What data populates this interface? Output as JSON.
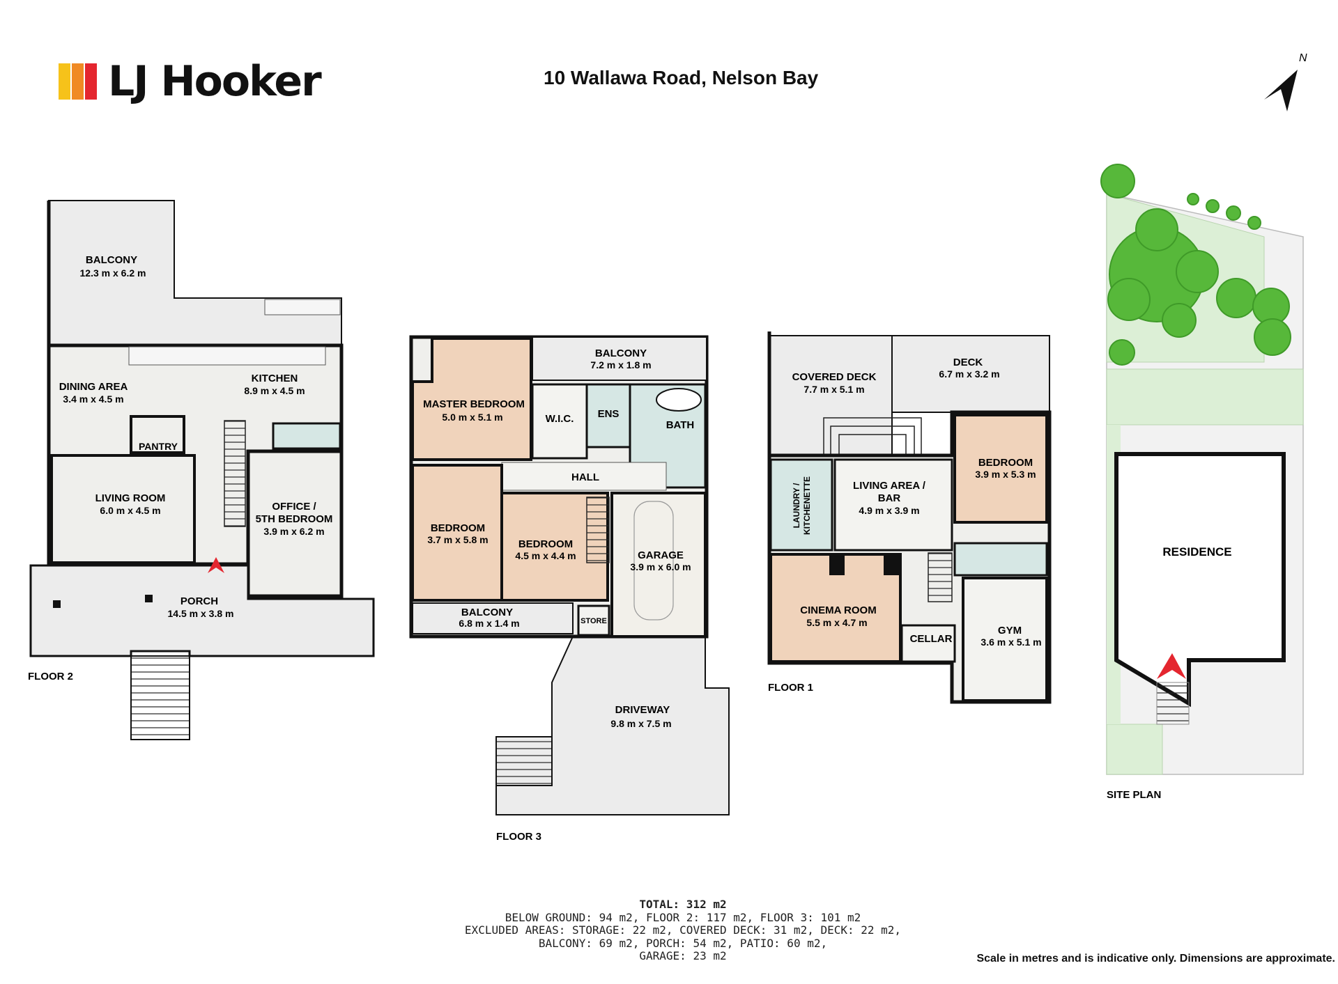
{
  "brand": {
    "name": "LJ Hooker",
    "colors": [
      "#f6c21a",
      "#f08a24",
      "#e4262f"
    ]
  },
  "address": "10 Wallawa Road, Nelson Bay",
  "compass": {
    "label": "N",
    "icon": "north-arrow-icon"
  },
  "colors": {
    "wall": "#111111",
    "room_grey": "#ececec",
    "bedroom": "#f0d3bb",
    "wet_area": "#d6e7e4",
    "garden": "#dcefd6",
    "entry_arrow": "#e4262f"
  },
  "floors": {
    "floor2": {
      "label": "FLOOR 2",
      "rooms": {
        "balcony": {
          "name": "BALCONY",
          "dims": "12.3 m x 6.2 m"
        },
        "dining": {
          "name": "DINING AREA",
          "dims": "3.4 m x 4.5 m"
        },
        "kitchen": {
          "name": "KITCHEN",
          "dims": "8.9 m x 4.5 m"
        },
        "pantry": {
          "name": "PANTRY"
        },
        "living": {
          "name": "LIVING ROOM",
          "dims": "6.0 m x 4.5 m"
        },
        "office_line1": "OFFICE /",
        "office_line2": "5TH BEDROOM",
        "office_dims": "3.9 m x 6.2 m",
        "porch": {
          "name": "PORCH",
          "dims": "14.5 m x 3.8 m"
        }
      }
    },
    "floor3": {
      "label": "FLOOR 3",
      "rooms": {
        "balcony_top": {
          "name": "BALCONY",
          "dims": "7.2 m x 1.8 m"
        },
        "master": {
          "name": "MASTER BEDROOM",
          "dims": "5.0 m x 5.1 m"
        },
        "wic": {
          "name": "W.I.C."
        },
        "ens": {
          "name": "ENS"
        },
        "bath": {
          "name": "BATH"
        },
        "hall": {
          "name": "HALL"
        },
        "bedroom_a": {
          "name": "BEDROOM",
          "dims": "3.7 m x 5.8 m"
        },
        "bedroom_b": {
          "name": "BEDROOM",
          "dims": "4.5 m x 4.4 m"
        },
        "garage": {
          "name": "GARAGE",
          "dims": "3.9 m x 6.0 m"
        },
        "balcony_bottom": {
          "name": "BALCONY",
          "dims": "6.8 m x 1.4 m"
        },
        "store": {
          "name": "STORE"
        },
        "driveway": {
          "name": "DRIVEWAY",
          "dims": "9.8 m x 7.5 m"
        }
      }
    },
    "floor1": {
      "label": "FLOOR 1",
      "rooms": {
        "covered_deck": {
          "name": "COVERED DECK",
          "dims": "7.7 m x 5.1 m"
        },
        "deck": {
          "name": "DECK",
          "dims": "6.7 m x 3.2 m"
        },
        "bedroom": {
          "name": "BEDROOM",
          "dims": "3.9 m x 5.3 m"
        },
        "laundry_line1": "LAUNDRY /",
        "laundry_line2": "KITCHENETTE",
        "living_line1": "LIVING AREA /",
        "living_line2": "BAR",
        "living_dims": "4.9 m x 3.9 m",
        "cinema": {
          "name": "CINEMA ROOM",
          "dims": "5.5 m x 4.7 m"
        },
        "cellar": {
          "name": "CELLAR"
        },
        "gym": {
          "name": "GYM",
          "dims": "3.6 m x 5.1 m"
        }
      }
    },
    "site": {
      "label": "SITE PLAN",
      "residence": "RESIDENCE"
    }
  },
  "totals": {
    "total": "TOTAL: 312 m2",
    "line1": "BELOW GROUND: 94 m2, FLOOR 2: 117 m2, FLOOR 3: 101 m2",
    "line2": "EXCLUDED AREAS: STORAGE: 22 m2, COVERED DECK: 31 m2, DECK: 22 m2,",
    "line3": "BALCONY: 69 m2, PORCH: 54 m2, PATIO: 60 m2,",
    "line4": "GARAGE: 23 m2"
  },
  "disclaimer": "Scale in metres and is indicative only. Dimensions are approximate."
}
